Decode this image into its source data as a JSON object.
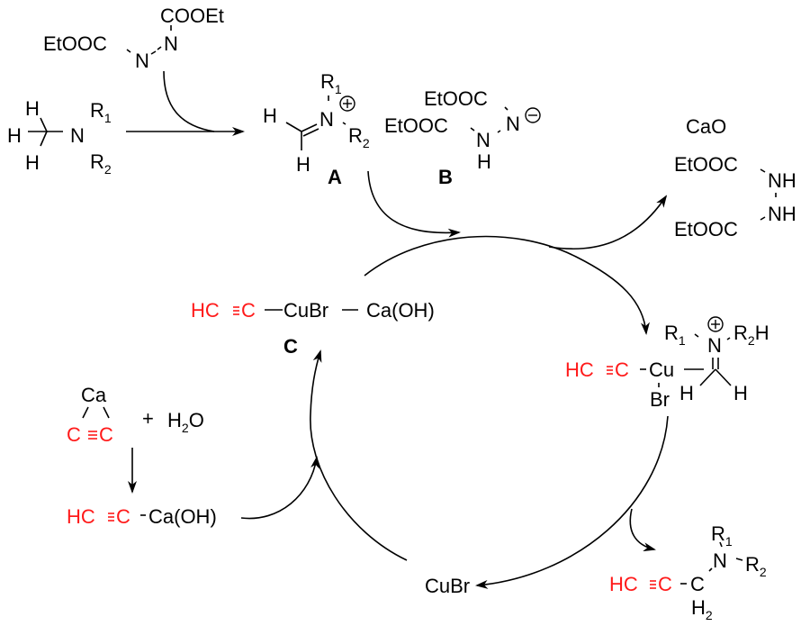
{
  "colors": {
    "alkyne": "#ff1a1a",
    "ink": "#000000"
  },
  "dead": {
    "left_group": "EtOOC",
    "right_group": "COOEt",
    "n1": "N",
    "n2": "N"
  },
  "amine": {
    "h_top": "H",
    "h_left": "H",
    "h_bottom": "H",
    "n": "N",
    "r1": "R",
    "r1_sub": "1",
    "r2": "R",
    "r2_sub": "2"
  },
  "iminium_A": {
    "h_left": "H",
    "h_bottom": "H",
    "n": "N",
    "r1": "R",
    "r1_sub": "1",
    "r2": "R",
    "r2_sub": "2",
    "charge": "+",
    "label": "A"
  },
  "hydrazide_B": {
    "top_group": "EtOOC",
    "left_group": "EtOOC",
    "nh_n": "N",
    "nh_h": "H",
    "n_minus": "N",
    "charge": "−",
    "label": "B"
  },
  "byproducts": {
    "cao": "CaO",
    "top_group": "EtOOC",
    "bottom_group": "EtOOC",
    "nh1": "NH",
    "nh2": "NH"
  },
  "complex_C": {
    "hc": "HC",
    "c": "C",
    "cubr": "CuBr",
    "caoh": "Ca(OH)",
    "label": "C"
  },
  "cu_complex": {
    "hc": "HC",
    "c": "C",
    "cu": "Cu",
    "br": "Br",
    "r1": "R",
    "r1_sub": "1",
    "n": "N",
    "charge": "+",
    "r2": "R",
    "r2_sub": "2",
    "r2_h": "H",
    "h_left": "H",
    "h_right": "H"
  },
  "calcium_carbide": {
    "ca": "Ca",
    "c1": "C",
    "c2": "C",
    "plus": "+",
    "h2o_h": "H",
    "h2o_sub": "2",
    "h2o_o": "O"
  },
  "acetylide": {
    "hc": "HC",
    "c": "C",
    "caoh": "Ca(OH)"
  },
  "cubr": {
    "text": "CuBr"
  },
  "product": {
    "hc": "HC",
    "c": "C",
    "ch2_c": "C",
    "ch2_h": "H",
    "ch2_sub": "2",
    "n": "N",
    "r1": "R",
    "r1_sub": "1",
    "r2": "R",
    "r2_sub": "2"
  }
}
